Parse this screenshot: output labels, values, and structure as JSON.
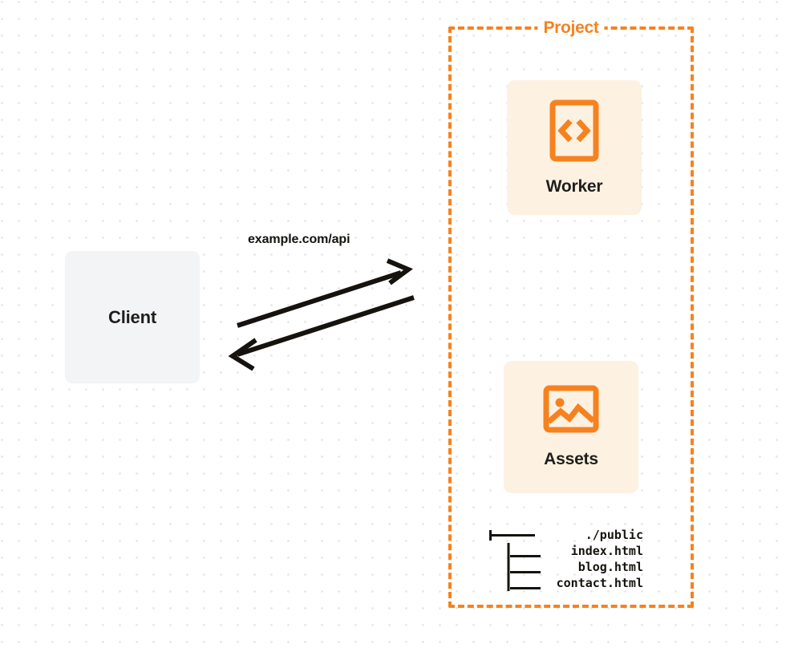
{
  "diagram": {
    "title": "Client to Project (Worker + Assets) request flow",
    "background": {
      "color": "#ffffff",
      "dot_color": "#e9e9ec",
      "dot_spacing": 21
    },
    "colors": {
      "accent": "#f6821f",
      "card_fill": "#fdf1e2",
      "client_fill": "#f3f4f6",
      "text": "#16130f",
      "arrow": "#16130f"
    },
    "client": {
      "label": "Client",
      "icon": "none"
    },
    "edge": {
      "label": "example.com/api",
      "direction": "bidirectional",
      "request_arrow": "arrow-right-up",
      "response_arrow": "arrow-left-down"
    },
    "project": {
      "title": "Project",
      "border_style": "dashed",
      "resources": [
        {
          "label": "Worker",
          "icon": "code-brackets-icon"
        },
        {
          "label": "Assets",
          "icon": "image-icon"
        }
      ],
      "file_tree": {
        "root": "./public",
        "root_glyph": "├───",
        "child_glyph": "|__",
        "children": [
          "index.html",
          "blog.html",
          "contact.html"
        ]
      }
    }
  }
}
